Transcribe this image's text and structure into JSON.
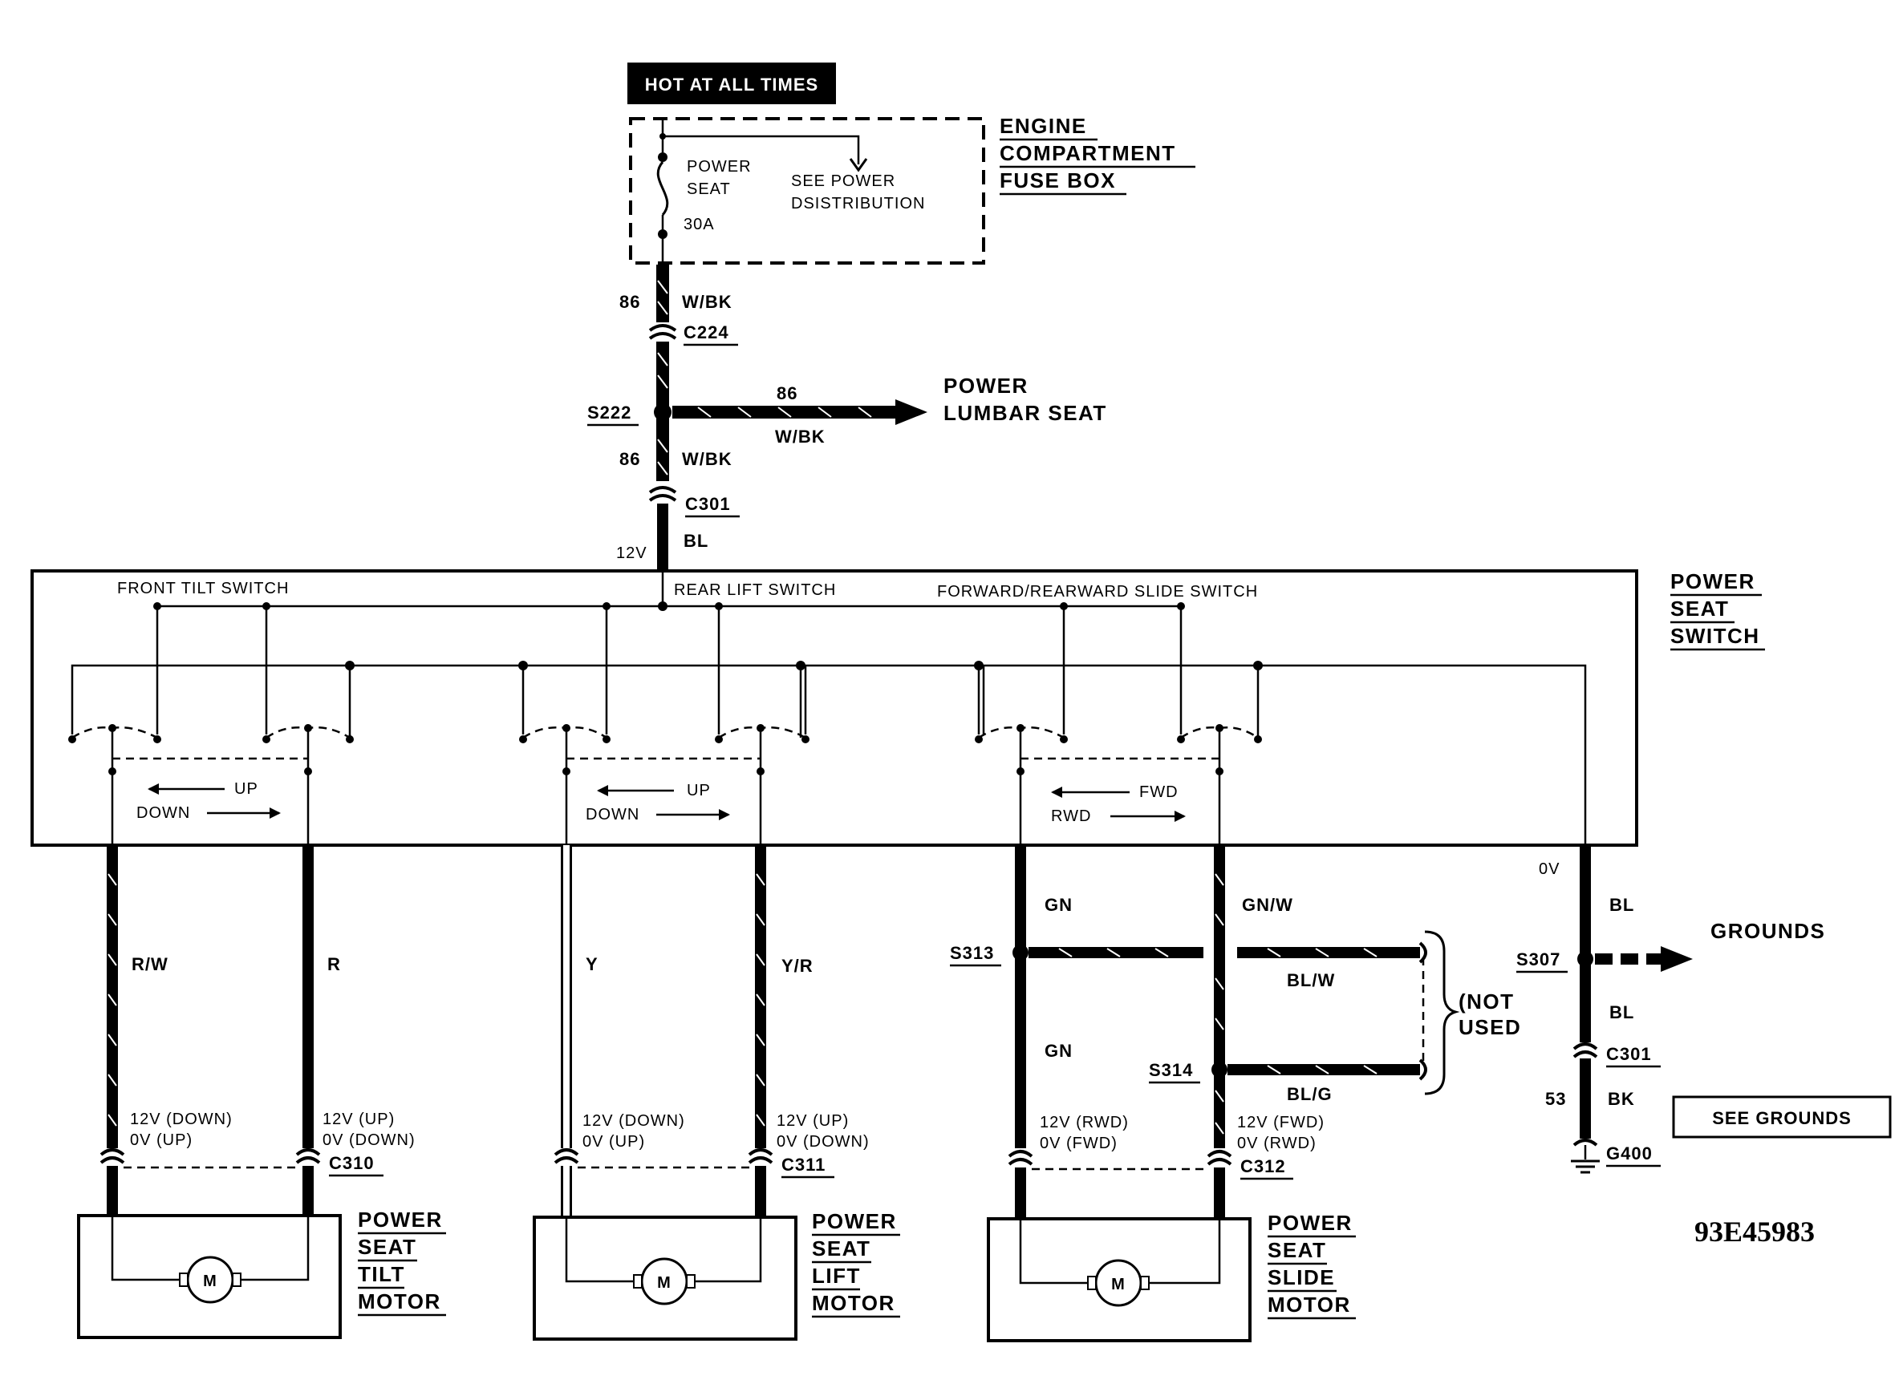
{
  "supply": {
    "hot_label": "HOT AT ALL TIMES",
    "fuse_box_label": [
      "ENGINE",
      "COMPARTMENT",
      "FUSE BOX"
    ],
    "fuse_name": [
      "POWER",
      "SEAT"
    ],
    "fuse_rating": "30A",
    "see_power": [
      "SEE POWER",
      "DSISTRIBUTION"
    ]
  },
  "feed": {
    "circuit_upper": "86",
    "color_upper": "W/BK",
    "connector_c224": "C224",
    "splice_s222": "S222",
    "branch_circuit": "86",
    "branch_color": "W/BK",
    "branch_target": [
      "POWER",
      "LUMBAR SEAT"
    ],
    "circuit_lower": "86",
    "color_lower": "W/BK",
    "connector_c301": "C301",
    "color_bl": "BL",
    "voltage": "12V"
  },
  "switch_box": {
    "label": [
      "POWER",
      "SEAT",
      "SWITCH"
    ],
    "front_tilt": "FRONT TILT SWITCH",
    "rear_lift": "REAR LIFT SWITCH",
    "slide": "FORWARD/REARWARD SLIDE SWITCH",
    "tilt_up": "UP",
    "tilt_down": "DOWN",
    "lift_up": "UP",
    "lift_down": "DOWN",
    "fwd": "FWD",
    "rwd": "RWD"
  },
  "tilt": {
    "wire_left": "R/W",
    "wire_right": "R",
    "left_state": [
      "12V (DOWN)",
      "0V (UP)"
    ],
    "right_state": [
      "12V (UP)",
      "0V (DOWN)"
    ],
    "connector": "C310",
    "motor_label": [
      "POWER",
      "SEAT",
      "TILT",
      "MOTOR"
    ],
    "motor_symbol": "M"
  },
  "lift": {
    "wire_left": "Y",
    "wire_right": "Y/R",
    "left_state": [
      "12V (DOWN)",
      "0V (UP)"
    ],
    "right_state": [
      "12V (UP)",
      "0V (DOWN)"
    ],
    "connector": "C311",
    "motor_label": [
      "POWER",
      "SEAT",
      "LIFT",
      "MOTOR"
    ],
    "motor_symbol": "M"
  },
  "slide": {
    "wire_left_upper": "GN",
    "wire_left_lower": "GN",
    "wire_right_upper": "GN/W",
    "splice_s313": "S313",
    "splice_s314": "S314",
    "bl_w": "BL/W",
    "bl_g": "BL/G",
    "not_used": [
      "(NOT",
      "USED"
    ],
    "left_state": [
      "12V (RWD)",
      "0V (FWD)"
    ],
    "right_state": [
      "12V (FWD)",
      "0V (RWD)"
    ],
    "connector": "C312",
    "motor_label": [
      "POWER",
      "SEAT",
      "SLIDE",
      "MOTOR"
    ],
    "motor_symbol": "M"
  },
  "ground": {
    "voltage": "0V",
    "color_upper": "BL",
    "splice": "S307",
    "grounds_label": "GROUNDS",
    "color_mid": "BL",
    "connector": "C301",
    "circuit": "53",
    "color_lower": "BK",
    "ground_point": "G400",
    "see_grounds": "SEE GROUNDS"
  },
  "doc_number": "93E45983"
}
